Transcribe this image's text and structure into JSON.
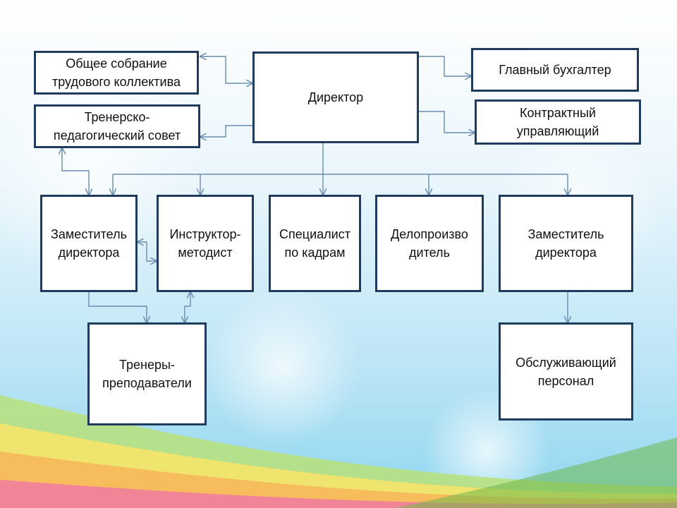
{
  "colors": {
    "box_border": "#1f3c5f",
    "connector": "#6b8cb0",
    "box_fill": "#ffffff"
  },
  "nodes": {
    "obshchee_sobranie": [
      "Общее собрание",
      "трудового коллектива"
    ],
    "trenersko_sovet": [
      "Тренерско-",
      "педагогический совет"
    ],
    "direktor": [
      "Директор"
    ],
    "glavny_buhgalter": [
      "Главный бухгалтер"
    ],
    "kontraktny": [
      "Контрактный",
      "управляющий"
    ],
    "zam_direktora_1": [
      "Заместитель",
      "директора"
    ],
    "instruktor": [
      "Инструктор-",
      "методист"
    ],
    "specialist_kadry": [
      "Специалист",
      "по кадрам"
    ],
    "deloproizvoditel": [
      "Делопроизво",
      "дитель"
    ],
    "zam_direktora_2": [
      "Заместитель",
      "директора"
    ],
    "trenery": [
      "Тренеры-",
      "преподаватели"
    ],
    "obsluzhivayushchiy": [
      "Обслуживающий",
      "персонал"
    ]
  }
}
